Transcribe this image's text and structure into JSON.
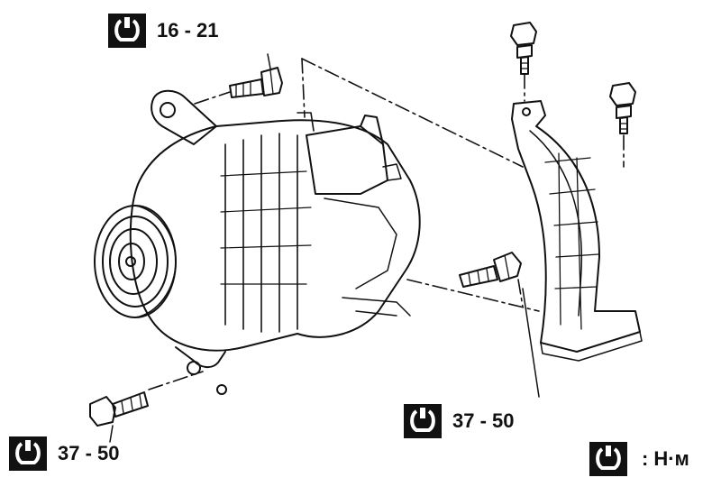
{
  "callouts": {
    "top_bolt": {
      "value": "16 - 21",
      "icon": "torque-wrench-icon"
    },
    "bottom_left_bolt": {
      "value": "37 - 50",
      "icon": "torque-wrench-icon"
    },
    "bracket_bolt": {
      "value": "37 - 50",
      "icon": "torque-wrench-icon"
    }
  },
  "legend": {
    "separator": ":",
    "unit": "Н·м",
    "icon": "torque-wrench-icon"
  },
  "colors": {
    "ink": "#111111",
    "background": "#ffffff"
  }
}
